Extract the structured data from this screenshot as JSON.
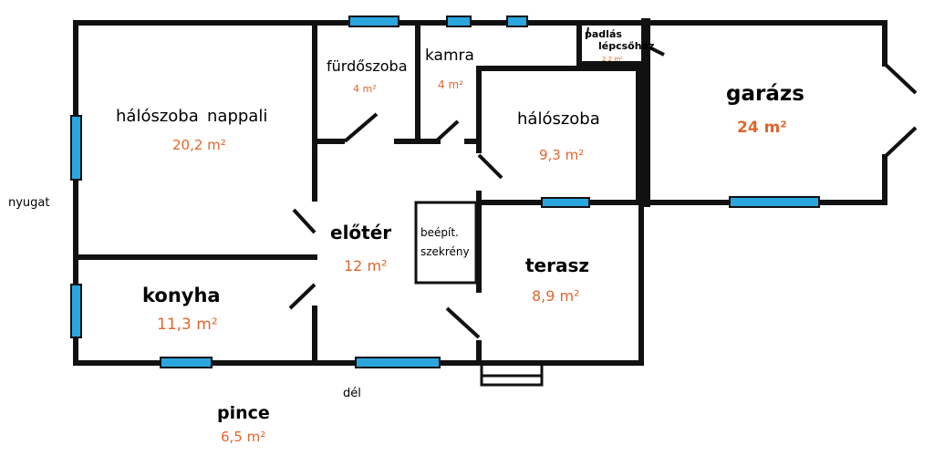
{
  "colors": {
    "wall": "#111111",
    "window": "#2aa6df",
    "area": "#e0662d",
    "label": "#000000"
  },
  "rooms": {
    "halo_nappali_name_1": "hálószoba",
    "halo_nappali_name_2": "nappali",
    "halo_nappali_area": "20,2 m²",
    "furdo_name": "fürdőszoba",
    "furdo_area": "4 m²",
    "kamra_name": "kamra",
    "kamra_area": "4 m²",
    "padlas_line1": "padlás",
    "padlas_line2": "lépcsőház",
    "padlas_area": "2,2 m²",
    "garazs_name": "garázs",
    "garazs_area": "24 m²",
    "halo2_name": "hálószoba",
    "halo2_area": "9,3 m²",
    "eloter_name": "előtér",
    "eloter_area": "12 m²",
    "szekreny_line1": "beépít.",
    "szekreny_line2": "szekrény",
    "terasz_name": "terasz",
    "terasz_area": "8,9 m²",
    "konyha_name": "konyha",
    "konyha_area": "11,3 m²",
    "pince_name": "pince",
    "pince_area": "6,5 m²"
  },
  "orientation": {
    "west": "nyugat",
    "south": "dél"
  }
}
